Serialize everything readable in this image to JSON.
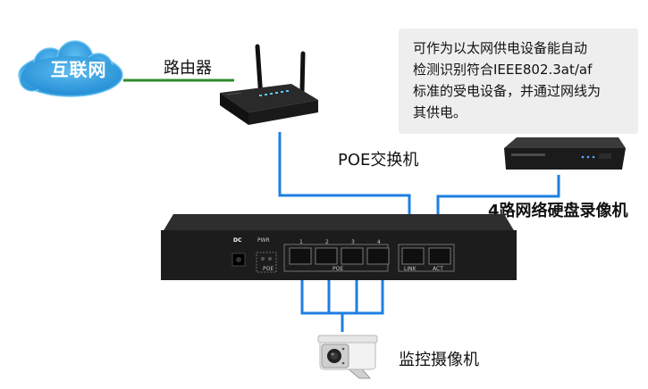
{
  "nodes": {
    "internet": "互联网",
    "router": "路由器",
    "switch": "POE交换机",
    "nvr": "4路网络硬盘录像机",
    "camera": "监控摄像机"
  },
  "note": {
    "lines": [
      "可作为以太网供电设备能自动",
      "检测识别符合IEEE802.3at/af",
      "标准的受电设备，并通过网线为",
      "其供电。"
    ]
  },
  "switch_panel": {
    "dc": "DC",
    "pwr": "PWR",
    "poe_indicator": "POE",
    "port_numbers": [
      "1",
      "2",
      "3",
      "4"
    ],
    "poe_group": "POE",
    "link": "LINK",
    "act": "ACT"
  },
  "colors": {
    "cloud": "#39a3e0",
    "wan_cable": "#2e8b2e",
    "lan_cable": "#1e7fe0",
    "device_body": "#1c1c1c",
    "note_bg": "#eeeeee"
  }
}
